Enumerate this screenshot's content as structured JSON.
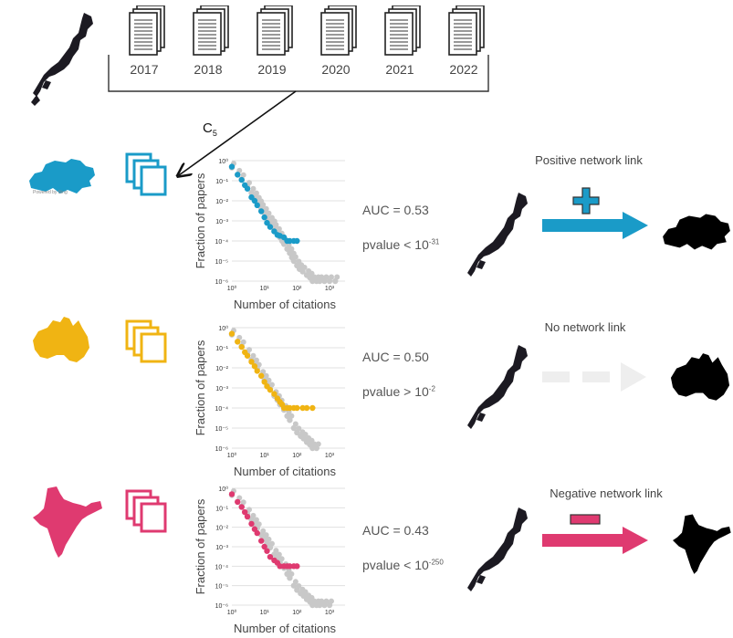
{
  "years": [
    "2017",
    "2018",
    "2019",
    "2020",
    "2021",
    "2022"
  ],
  "arrow_label": {
    "base": "C",
    "sub": "5"
  },
  "colors": {
    "japan": "#1c1a22",
    "switzerland": "#1a9bc8",
    "australia": "#f0b413",
    "india": "#df3a70",
    "gray": "#c8c8c8",
    "gray_link": "#eeeeee"
  },
  "countries": [
    "Switzerland",
    "Australia",
    "India"
  ],
  "panels": [
    {
      "country": "switzerland",
      "map_text": "Powered by Bing",
      "link_label": "Positive network link",
      "link_type": "positive",
      "sign": "+",
      "auc": "AUC = 0.53",
      "pvalue_base": "pvalue < 10",
      "pvalue_exp": "-31"
    },
    {
      "country": "australia",
      "link_label": "No network link",
      "link_type": "none",
      "sign": "",
      "auc": "AUC = 0.50",
      "pvalue_base": "pvalue > 10",
      "pvalue_exp": "-2"
    },
    {
      "country": "india",
      "link_label": "Negative network link",
      "link_type": "negative",
      "sign": "−",
      "auc": "AUC = 0.43",
      "pvalue_base": "pvalue < 10",
      "pvalue_exp": "-250"
    }
  ],
  "chart_data": [
    {
      "type": "scatter",
      "xlabel": "Number of citations",
      "ylabel": "Fraction of papers",
      "xscale": "log",
      "yscale": "log",
      "xlim": [
        1,
        3000
      ],
      "ylim": [
        1e-06,
        1
      ],
      "xticks": [
        "10⁰",
        "10¹",
        "10²",
        "10³"
      ],
      "yticks": [
        "10⁰",
        "10⁻¹",
        "10⁻²",
        "10⁻³",
        "10⁻⁴",
        "10⁻⁵",
        "10⁻⁶"
      ],
      "series": [
        {
          "color": "#c8c8c8",
          "x": [
            1,
            1.5,
            2,
            3,
            4,
            5,
            6,
            7,
            8,
            10,
            12,
            15,
            18,
            20,
            25,
            30,
            35,
            40,
            50,
            60,
            70,
            80,
            100,
            120,
            150,
            200,
            250,
            300,
            400,
            500,
            700,
            1000,
            1500
          ],
          "y": [
            0.45,
            0.2,
            0.12,
            0.05,
            0.025,
            0.015,
            0.009,
            0.006,
            0.004,
            0.0025,
            0.0015,
            0.0009,
            0.0006,
            0.0004,
            0.00025,
            0.00015,
            0.0001,
            7e-05,
            4e-05,
            2.5e-05,
            1.5e-05,
            1e-05,
            6e-06,
            4e-06,
            3e-06,
            2e-06,
            1.5e-06,
            1e-06,
            1e-06,
            1e-06,
            1e-06,
            1e-06,
            1e-06
          ]
        },
        {
          "color": "#1a9bc8",
          "x": [
            1,
            1.5,
            2,
            2.5,
            3,
            4,
            5,
            6,
            8,
            10,
            12,
            15,
            20,
            25,
            30,
            40,
            50,
            60,
            80,
            100
          ],
          "y": [
            0.5,
            0.2,
            0.11,
            0.06,
            0.04,
            0.015,
            0.01,
            0.006,
            0.003,
            0.0015,
            0.0008,
            0.0005,
            0.0003,
            0.0002,
            0.00018,
            0.00015,
            0.0001,
            0.0001,
            0.0001,
            0.0001
          ]
        }
      ]
    },
    {
      "type": "scatter",
      "xlabel": "Number of citations",
      "ylabel": "Fraction of papers",
      "xscale": "log",
      "yscale": "log",
      "xlim": [
        1,
        3000
      ],
      "ylim": [
        1e-06,
        1
      ],
      "xticks": [
        "10⁰",
        "10¹",
        "10²",
        "10³"
      ],
      "yticks": [
        "10⁰",
        "10⁻¹",
        "10⁻²",
        "10⁻³",
        "10⁻⁴",
        "10⁻⁵",
        "10⁻⁶"
      ],
      "series": [
        {
          "color": "#c8c8c8",
          "x": [
            1,
            1.5,
            2,
            3,
            4,
            5,
            6,
            8,
            10,
            12,
            15,
            20,
            25,
            30,
            40,
            50,
            60,
            80,
            100,
            130,
            160,
            200,
            250,
            300,
            400
          ],
          "y": [
            0.45,
            0.2,
            0.12,
            0.05,
            0.025,
            0.015,
            0.009,
            0.004,
            0.0025,
            0.0015,
            0.0009,
            0.0004,
            0.00025,
            0.00015,
            8e-05,
            4e-05,
            2.5e-05,
            1e-05,
            6e-06,
            4e-06,
            3e-06,
            2e-06,
            1.5e-06,
            1e-06,
            1e-06
          ]
        },
        {
          "color": "#f0b413",
          "x": [
            1,
            1.5,
            2,
            2.5,
            3,
            4,
            5,
            6,
            8,
            10,
            12,
            15,
            20,
            25,
            30,
            35,
            40,
            50,
            60,
            80,
            100,
            150,
            200,
            300
          ],
          "y": [
            0.5,
            0.2,
            0.11,
            0.06,
            0.04,
            0.02,
            0.012,
            0.007,
            0.004,
            0.002,
            0.0012,
            0.0008,
            0.0005,
            0.0003,
            0.0002,
            0.00015,
            0.0001,
            0.0001,
            0.0001,
            0.0001,
            0.0001,
            0.0001,
            0.0001,
            0.0001
          ]
        }
      ]
    },
    {
      "type": "scatter",
      "xlabel": "Number of citations",
      "ylabel": "Fraction of papers",
      "xscale": "log",
      "yscale": "log",
      "xlim": [
        1,
        3000
      ],
      "ylim": [
        1e-06,
        1
      ],
      "xticks": [
        "10⁰",
        "10¹",
        "10²",
        "10³"
      ],
      "yticks": [
        "10⁰",
        "10⁻¹",
        "10⁻²",
        "10⁻³",
        "10⁻⁴",
        "10⁻⁵",
        "10⁻⁶"
      ],
      "series": [
        {
          "color": "#c8c8c8",
          "x": [
            1,
            1.5,
            2,
            3,
            4,
            5,
            6,
            8,
            10,
            12,
            15,
            20,
            25,
            30,
            40,
            50,
            60,
            80,
            100,
            130,
            160,
            200,
            250,
            300,
            400,
            500,
            700,
            1000
          ],
          "y": [
            0.45,
            0.2,
            0.12,
            0.05,
            0.025,
            0.015,
            0.009,
            0.004,
            0.0025,
            0.0015,
            0.0009,
            0.0004,
            0.00025,
            0.00015,
            8e-05,
            4e-05,
            2.5e-05,
            1e-05,
            6e-06,
            4e-06,
            3e-06,
            2e-06,
            1.5e-06,
            1e-06,
            1e-06,
            1e-06,
            1e-06,
            1e-06
          ]
        },
        {
          "color": "#df3a70",
          "x": [
            1,
            1.5,
            2,
            2.5,
            3,
            4,
            5,
            6,
            8,
            10,
            12,
            15,
            20,
            25,
            30,
            40,
            50,
            60,
            80,
            100
          ],
          "y": [
            0.5,
            0.2,
            0.11,
            0.06,
            0.035,
            0.015,
            0.008,
            0.005,
            0.002,
            0.001,
            0.0006,
            0.0003,
            0.0002,
            0.00015,
            0.0001,
            0.0001,
            0.0001,
            0.0001,
            0.0001,
            0.0001
          ]
        }
      ]
    }
  ]
}
